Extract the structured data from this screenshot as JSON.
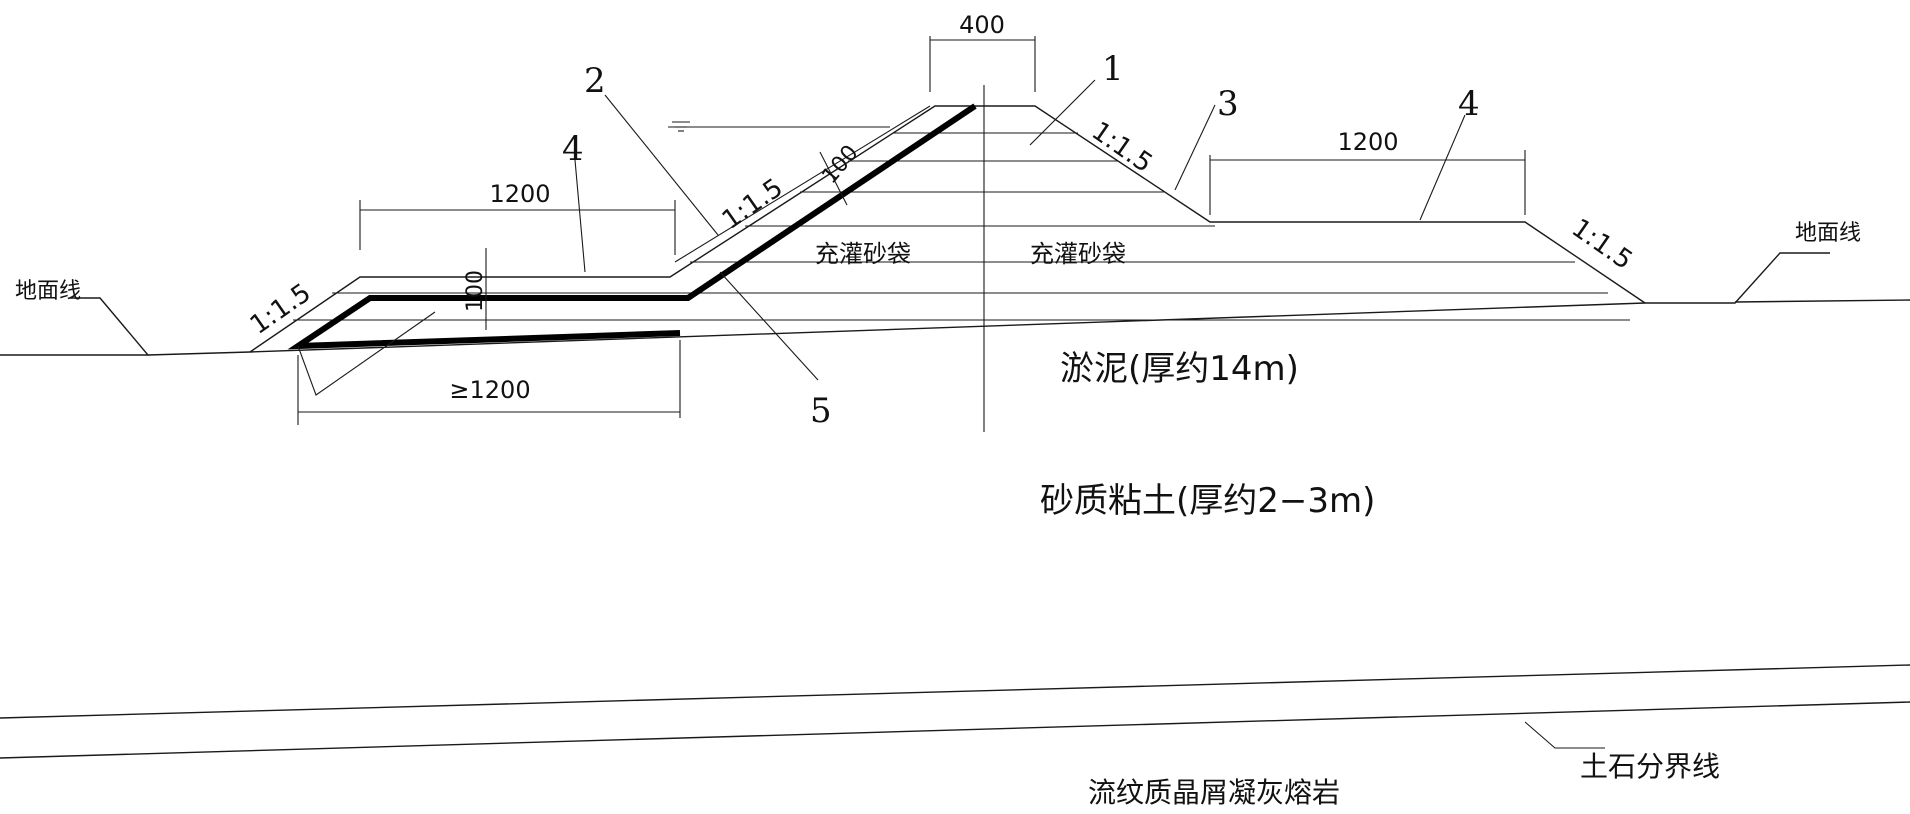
{
  "dimensions": {
    "crest_width": "400",
    "berm_left": "1200",
    "berm_right": "1200",
    "toe_length": "≥1200",
    "bag_thickness_slope": "100",
    "bag_thickness_base": "100"
  },
  "slopes": {
    "left_outer": "1:1.5",
    "left_inner": "1:1.5",
    "right_inner": "1:1.5",
    "right_outer": "1:1.5"
  },
  "callouts": [
    "1",
    "2",
    "3",
    "4",
    "4",
    "5"
  ],
  "labels": {
    "ground_left": "地面线",
    "ground_right": "地面线",
    "sand_bag_left": "充灌砂袋",
    "sand_bag_right": "充灌砂袋",
    "silt": "淤泥(厚约14m)",
    "sandy_clay": "砂质粘土(厚约2−3m)",
    "soil_rock_line": "土石分界线",
    "rock": "流纹质晶屑凝灰熔岩"
  }
}
